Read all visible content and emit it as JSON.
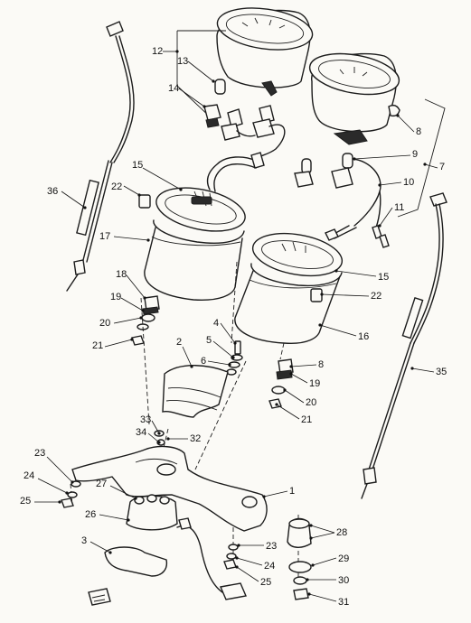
{
  "diagram": {
    "callouts": [
      {
        "id": "c12a",
        "label": "12"
      },
      {
        "id": "c13",
        "label": "13"
      },
      {
        "id": "c14",
        "label": "14"
      },
      {
        "id": "c8a",
        "label": "8"
      },
      {
        "id": "c9",
        "label": "9"
      },
      {
        "id": "c7",
        "label": "7"
      },
      {
        "id": "c10",
        "label": "10"
      },
      {
        "id": "c11",
        "label": "11"
      },
      {
        "id": "c15a",
        "label": "15"
      },
      {
        "id": "c22a",
        "label": "22"
      },
      {
        "id": "c36",
        "label": "36"
      },
      {
        "id": "c17",
        "label": "17"
      },
      {
        "id": "c18",
        "label": "18"
      },
      {
        "id": "c19a",
        "label": "19"
      },
      {
        "id": "c20a",
        "label": "20"
      },
      {
        "id": "c21a",
        "label": "21"
      },
      {
        "id": "c15b",
        "label": "15"
      },
      {
        "id": "c22b",
        "label": "22"
      },
      {
        "id": "c16",
        "label": "16"
      },
      {
        "id": "c4",
        "label": "4"
      },
      {
        "id": "c5",
        "label": "5"
      },
      {
        "id": "c6",
        "label": "6"
      },
      {
        "id": "c2",
        "label": "2"
      },
      {
        "id": "c8b",
        "label": "8"
      },
      {
        "id": "c19b",
        "label": "19"
      },
      {
        "id": "c20b",
        "label": "20"
      },
      {
        "id": "c21b",
        "label": "21"
      },
      {
        "id": "c35",
        "label": "35"
      },
      {
        "id": "c33",
        "label": "33"
      },
      {
        "id": "c34",
        "label": "34"
      },
      {
        "id": "c32",
        "label": "32"
      },
      {
        "id": "c23a",
        "label": "23"
      },
      {
        "id": "c24a",
        "label": "24"
      },
      {
        "id": "c25a",
        "label": "25"
      },
      {
        "id": "c27",
        "label": "27"
      },
      {
        "id": "c1",
        "label": "1"
      },
      {
        "id": "c26",
        "label": "26"
      },
      {
        "id": "c3",
        "label": "3"
      },
      {
        "id": "c28",
        "label": "28"
      },
      {
        "id": "c23b",
        "label": "23"
      },
      {
        "id": "c29",
        "label": "29"
      },
      {
        "id": "c24b",
        "label": "24"
      },
      {
        "id": "c30",
        "label": "30"
      },
      {
        "id": "c25b",
        "label": "25"
      },
      {
        "id": "c31",
        "label": "31"
      }
    ]
  }
}
